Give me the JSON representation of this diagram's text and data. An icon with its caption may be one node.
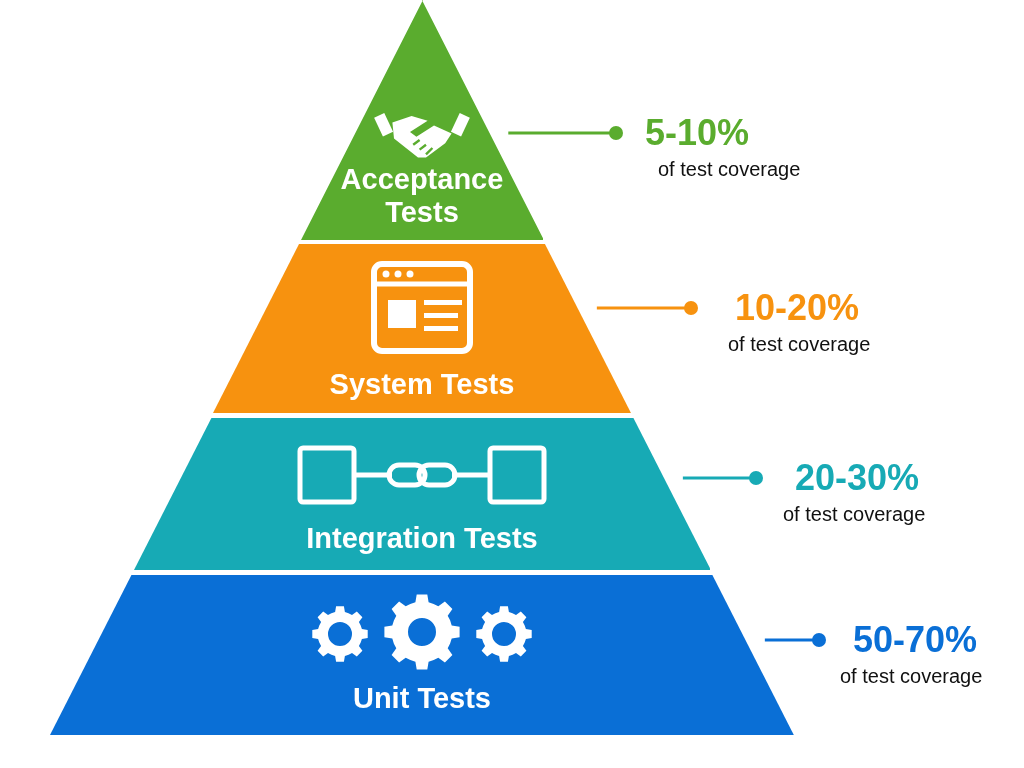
{
  "diagram": {
    "nodes": [
      {
        "text": [
          "Acceptance Tests"
        ]
      },
      {
        "text": [
          "System Tests"
        ]
      },
      {
        "text": [
          "Integration Tests"
        ]
      },
      {
        "text": [
          "Unit Tests"
        ]
      },
      {
        "text": [
          "5-10%",
          "of test coverage"
        ]
      },
      {
        "text": [
          "10-20%",
          "of test coverage"
        ]
      },
      {
        "text": [
          "20-30%",
          "of test coverage"
        ]
      },
      {
        "text": [
          "50-70%",
          "of test coverage"
        ]
      }
    ],
    "edges": [
      {
        "from": 4,
        "to": 0,
        "arrow": "other",
        "color": "#5aac2e"
      },
      {
        "from": 5,
        "to": 1,
        "arrow": "other",
        "color": "#f7920f"
      },
      {
        "from": 6,
        "to": 2,
        "arrow": "other",
        "color": "#17aab5"
      },
      {
        "from": 7,
        "to": 3,
        "arrow": "other",
        "color": "#0a6fd6"
      }
    ]
  }
}
